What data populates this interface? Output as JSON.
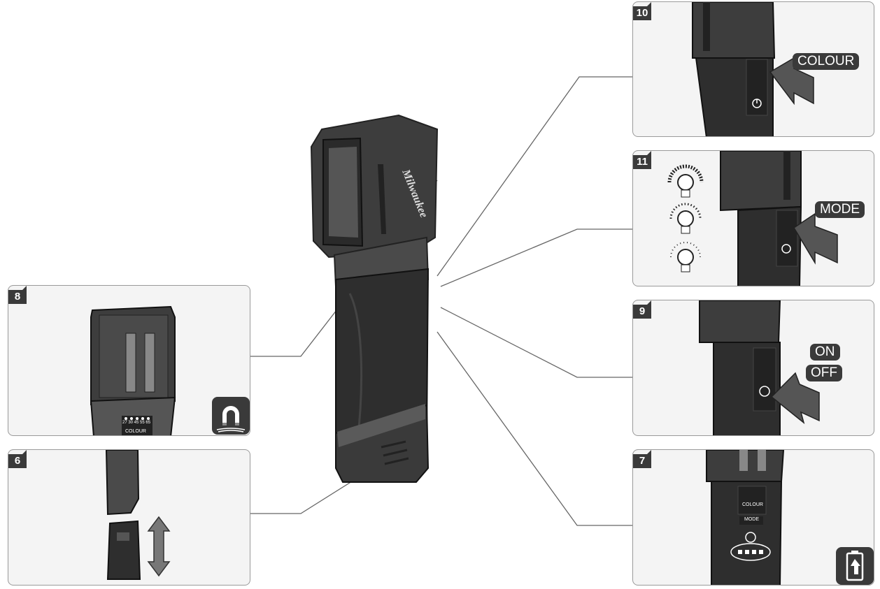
{
  "figure": {
    "brand": "Milwaukee",
    "panels": [
      {
        "id": "8",
        "number": "8"
      },
      {
        "id": "6",
        "number": "6"
      },
      {
        "id": "10",
        "number": "10",
        "label": "COLOUR"
      },
      {
        "id": "11",
        "number": "11",
        "label": "MODE"
      },
      {
        "id": "9",
        "number": "9",
        "label_on": "ON",
        "label_off": "OFF"
      },
      {
        "id": "7",
        "number": "7"
      }
    ],
    "device_panel": {
      "temps": "27 30 45 55 65",
      "colour_button": "COLOUR",
      "mode_button": "MODE"
    }
  },
  "colors": {
    "badge": "#3a3a3a",
    "panel_border": "#9a9a9a",
    "device_dark": "#2e2e2e",
    "device_mid": "#4a4a4a",
    "device_light": "#6a6a6a"
  }
}
